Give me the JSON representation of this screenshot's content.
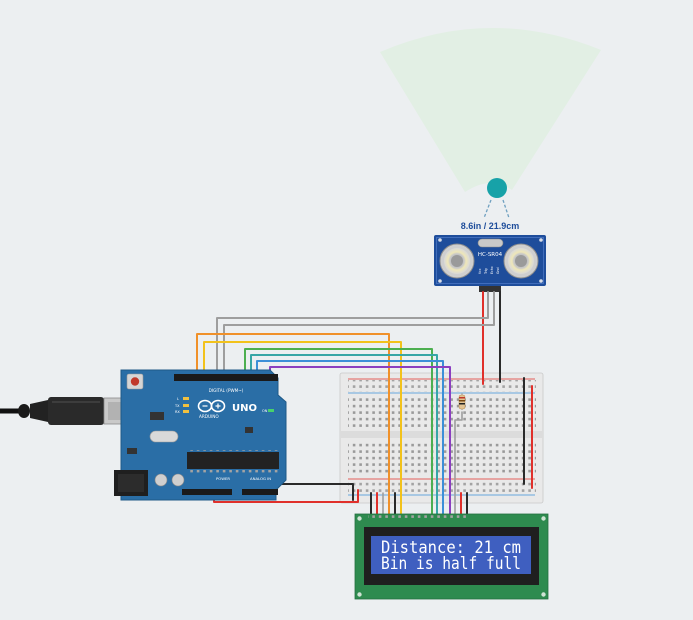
{
  "sensor": {
    "readout": "8.6in / 21.9cm",
    "model_label": "HC-SR04",
    "pins": [
      "Vcc",
      "Trig",
      "Echo",
      "Gnd"
    ]
  },
  "arduino": {
    "brand_label": "ARDUINO",
    "model_label": "UNO",
    "digital_header_label": "DIGITAL (PWM~)",
    "power_header_label": "POWER",
    "analog_header_label": "ANALOG IN",
    "led_labels": [
      "L",
      "TX",
      "RX"
    ],
    "on_label": "ON"
  },
  "lcd": {
    "line1": "Distance: 21  cm",
    "line2": "Bin is half full"
  },
  "colors": {
    "canvas": "#eceff1",
    "sonar_cone": "#e2efe4",
    "arduino_board": "#2a6ea6",
    "sensor_board": "#1e4d9b",
    "lcd_pcb": "#2e8b4f",
    "lcd_screen": "#3f5fc0",
    "breadboard": "#e9e9e9",
    "wire_red": "#e0302b",
    "wire_black": "#2a2a2a",
    "wire_gray": "#9e9e9e",
    "wire_orange": "#f0912a",
    "wire_yellow": "#f2c21b",
    "wire_green": "#4caf50",
    "wire_teal": "#37a6a6",
    "wire_blue": "#3c8fd8",
    "wire_purple": "#8b3fc0",
    "target_object": "#17a2a8"
  }
}
